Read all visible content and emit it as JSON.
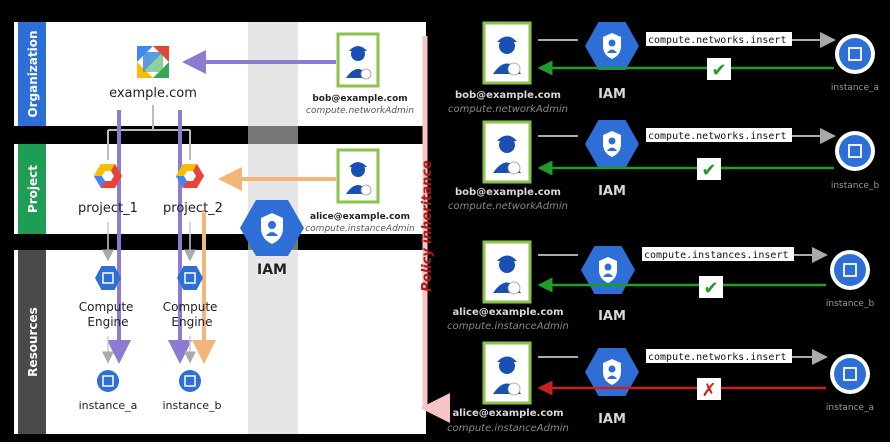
{
  "left": {
    "bands": [
      {
        "label": "Organization",
        "color": "#2d6fd6"
      },
      {
        "label": "Project",
        "color": "#1f9d55"
      },
      {
        "label": "Resources",
        "color": "#4a4a4a"
      }
    ],
    "org_name": "example.com",
    "projects": [
      "project_1",
      "project_2"
    ],
    "service": "Compute\nEngine",
    "service_lines": [
      "Compute",
      "Engine"
    ],
    "instances": [
      "instance_a",
      "instance_b"
    ],
    "users": [
      {
        "email": "bob@example.com",
        "role": "compute.networkAdmin"
      },
      {
        "email": "alice@example.com",
        "role": "compute.instanceAdmin"
      }
    ],
    "iam_label": "IAM",
    "policy_label": "Policy inheritance",
    "colors": {
      "bob_arrow": "#8c7bd0",
      "alice_arrow": "#f4b57a",
      "policy_bar": "#f7c3c3"
    }
  },
  "right": {
    "iam_label": "IAM",
    "rows": [
      {
        "email": "bob@example.com",
        "role": "compute.networkAdmin",
        "action": "compute.networks.insert",
        "instance": "instance_a",
        "result": "allow"
      },
      {
        "email": "bob@example.com",
        "role": "compute.networkAdmin",
        "action": "compute.networks.insert",
        "instance": "instance_b",
        "result": "allow"
      },
      {
        "email": "alice@example.com",
        "role": "compute.instanceAdmin",
        "action": "compute.instances.insert",
        "instance": "instance_b",
        "result": "allow"
      },
      {
        "email": "alice@example.com",
        "role": "compute.instanceAdmin",
        "action": "compute.networks.insert",
        "instance": "instance_a",
        "result": "deny"
      }
    ],
    "result_glyphs": {
      "allow": "✔",
      "deny": "✗"
    },
    "colors": {
      "allow": "#1f9d2a",
      "deny": "#cc1f1f"
    }
  }
}
